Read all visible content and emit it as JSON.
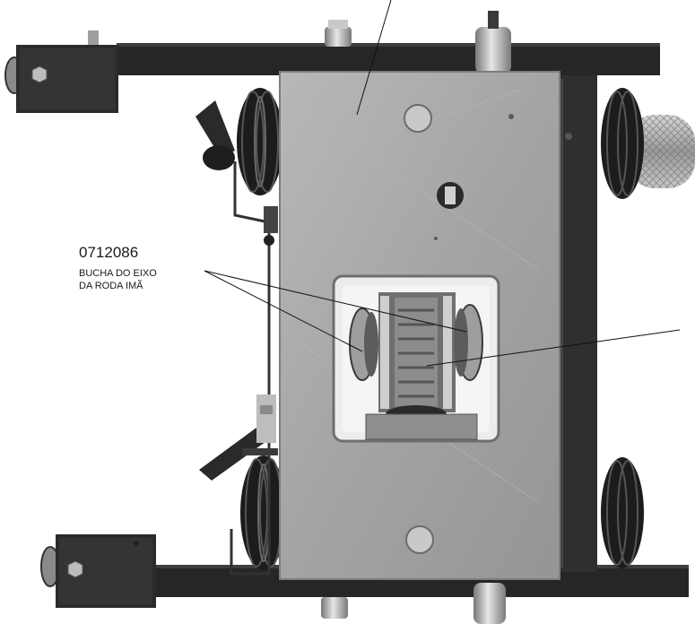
{
  "callout": {
    "part_number": "0712086",
    "description_line1": "BUCHA DO EIXO",
    "description_line2": "DA RODA IMÃ"
  },
  "colors": {
    "plate": "#a9a9a9",
    "bar": "#262626",
    "wheel": "#1c1c1c",
    "frame_side": "#2f2f2f",
    "leader": "#111111"
  },
  "icons": {
    "main_plate": "aluminum-plate",
    "guide_wheel": "grooved-wheel",
    "magnet_wheel": "magnet-wheel",
    "locking_lever": "clamp-lever",
    "knurled_handle": "knurled-knob"
  }
}
